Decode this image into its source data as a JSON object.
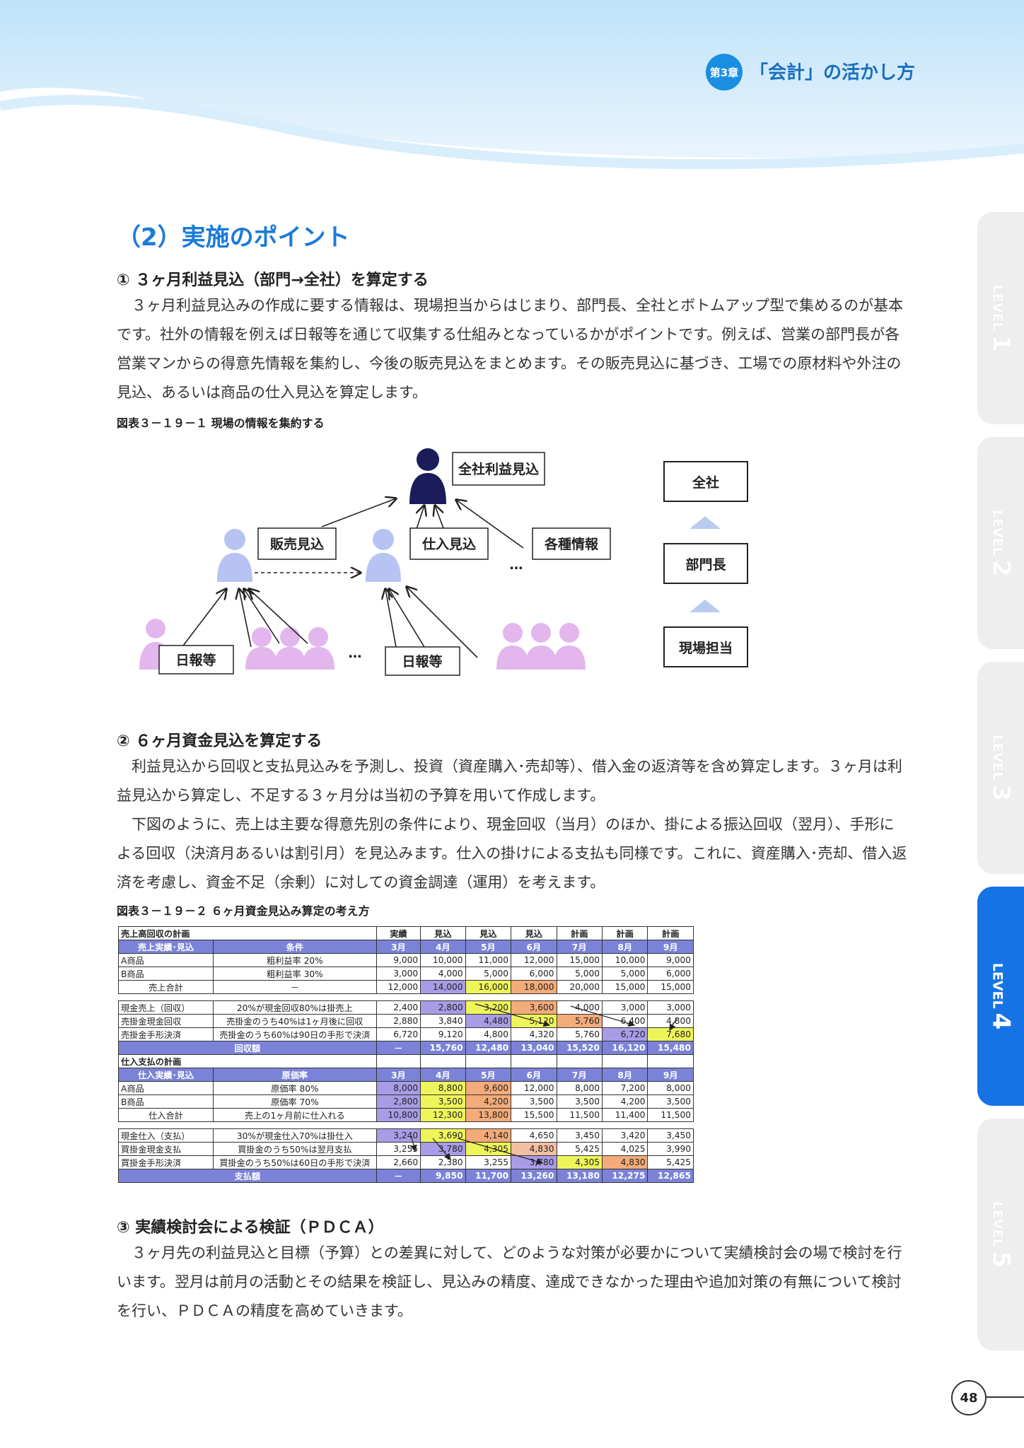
{
  "header": {
    "chapter_badge": "第3章",
    "chapter_title": "「会計」の活かし方"
  },
  "tabs": [
    {
      "label": "LEVEL",
      "num": "1",
      "active": false
    },
    {
      "label": "LEVEL",
      "num": "2",
      "active": false
    },
    {
      "label": "LEVEL",
      "num": "3",
      "active": false
    },
    {
      "label": "LEVEL",
      "num": "4",
      "active": true
    },
    {
      "label": "LEVEL",
      "num": "5",
      "active": false
    }
  ],
  "section_title": "（2）実施のポイント",
  "s1": {
    "heading": "① ３ヶ月利益見込（部門→全社）を算定する",
    "body": "３ヶ月利益見込みの作成に要する情報は、現場担当からはじまり、部門長、全社とボトムアップ型で集めるのが基本です。社外の情報を例えば日報等を通じて収集する仕組みとなっているかがポイントです。例えば、営業の部門長が各営業マンからの得意先情報を集約し、今後の販売見込をまとめます。その販売見込に基づき、工場での原材料や外注の見込、あるいは商品の仕入見込を算定します。",
    "caption": "図表３－１９－１ 現場の情報を集約する"
  },
  "diagram": {
    "top_label": "全社利益見込",
    "sales_label": "販売見込",
    "purchase_label": "仕入見込",
    "misc_label": "各種情報",
    "daily1": "日報等",
    "daily2": "日報等",
    "ellipsis": "…",
    "legend": [
      "全社",
      "部門長",
      "現場担当"
    ]
  },
  "s2": {
    "heading": "② ６ヶ月資金見込を算定する",
    "p1": "利益見込から回収と支払見込みを予測し、投資（資産購入･売却等）、借入金の返済等を含め算定します。３ヶ月は利益見込から算定し、不足する３ヶ月分は当初の予算を用いて作成します。",
    "p2": "下図のように、売上は主要な得意先別の条件により、現金回収（当月）のほか、掛による振込回収（翌月）、手形による回収（決済月あるいは割引月）を見込みます。仕入の掛けによる支払も同様です。これに、資産購入･売却、借入返済を考慮し、資金不足（余剰）に対しての資金調達（運用）を考えます。",
    "caption": "図表３－１９－２ ６ヶ月資金見込み算定の考え方"
  },
  "table": {
    "sales_title": "売上高回収の計画",
    "top_headers": [
      "実績",
      "見込",
      "見込",
      "見込",
      "計画",
      "計画",
      "計画"
    ],
    "sales_header": [
      "売上実績･見込",
      "条件",
      "3月",
      "4月",
      "5月",
      "6月",
      "7月",
      "8月",
      "9月"
    ],
    "sales_rows": [
      [
        "A商品",
        "粗利益率 20%",
        "9,000",
        "10,000",
        "11,000",
        "12,000",
        "15,000",
        "10,000",
        "9,000"
      ],
      [
        "B商品",
        "粗利益率 30%",
        "3,000",
        "4,000",
        "5,000",
        "6,000",
        "5,000",
        "5,000",
        "6,000"
      ],
      [
        "売上合計",
        "－",
        "12,000",
        "14,000",
        "16,000",
        "18,000",
        "20,000",
        "15,000",
        "15,000"
      ]
    ],
    "collect_rows": [
      [
        "現金売上（回収）",
        "20%が現金回収80%は掛売上",
        "2,400",
        "2,800",
        "3,200",
        "3,600",
        "4,000",
        "3,000",
        "3,000"
      ],
      [
        "売掛金現金回収",
        "売掛金のうち40%は1ヶ月後に回収",
        "2,880",
        "3,840",
        "4,480",
        "5,120",
        "5,760",
        "6,400",
        "4,800"
      ],
      [
        "売掛金手形決済",
        "売掛金のうち60%は90日の手形で決済",
        "6,720",
        "9,120",
        "4,800",
        "4,320",
        "5,760",
        "6,720",
        "7,680"
      ]
    ],
    "collect_total": [
      "回収額",
      "－",
      "15,760",
      "12,480",
      "13,040",
      "15,520",
      "16,120",
      "15,480"
    ],
    "purchase_title": "仕入支払の計画",
    "purchase_header": [
      "仕入実績･見込",
      "原価率",
      "3月",
      "4月",
      "5月",
      "6月",
      "7月",
      "8月",
      "9月"
    ],
    "purchase_rows": [
      [
        "A商品",
        "原価率 80%",
        "8,000",
        "8,800",
        "9,600",
        "12,000",
        "8,000",
        "7,200",
        "8,000"
      ],
      [
        "B商品",
        "原価率 70%",
        "2,800",
        "3,500",
        "4,200",
        "3,500",
        "3,500",
        "4,200",
        "3,500"
      ],
      [
        "仕入合計",
        "売上の1ヶ月前に仕入れる",
        "10,800",
        "12,300",
        "13,800",
        "15,500",
        "11,500",
        "11,400",
        "11,500"
      ]
    ],
    "pay_rows": [
      [
        "現金仕入（支払）",
        "30%が現金仕入70%は掛仕入",
        "3,240",
        "3,690",
        "4,140",
        "4,650",
        "3,450",
        "3,420",
        "3,450"
      ],
      [
        "買掛金現金支払",
        "買掛金のうち50%は翌月支払",
        "3,255",
        "3,780",
        "4,305",
        "4,830",
        "5,425",
        "4,025",
        "3,990"
      ],
      [
        "買掛金手形決済",
        "買掛金のうち50%は60日の手形で決済",
        "2,660",
        "2,380",
        "3,255",
        "3,780",
        "4,305",
        "4,830",
        "5,425"
      ]
    ],
    "pay_total": [
      "支払額",
      "－",
      "9,850",
      "11,700",
      "13,260",
      "13,180",
      "12,275",
      "12,865"
    ]
  },
  "s3": {
    "heading": "③ 実績検討会による検証（ＰＤＣＡ）",
    "body": "３ヶ月先の利益見込と目標（予算）との差異に対して、どのような対策が必要かについて実績検討会の場で検討を行います。翌月は前月の活動とその結果を検証し、見込みの精度、達成できなかった理由や追加対策の有無について検討を行い、ＰＤＣＡの精度を高めていきます。"
  },
  "page_number": "48",
  "colors": {
    "accent": "#1b7ad9",
    "tab_active": "#1573e6",
    "header_bg": "#d6ecfb",
    "table_header": "#7b83d8"
  }
}
